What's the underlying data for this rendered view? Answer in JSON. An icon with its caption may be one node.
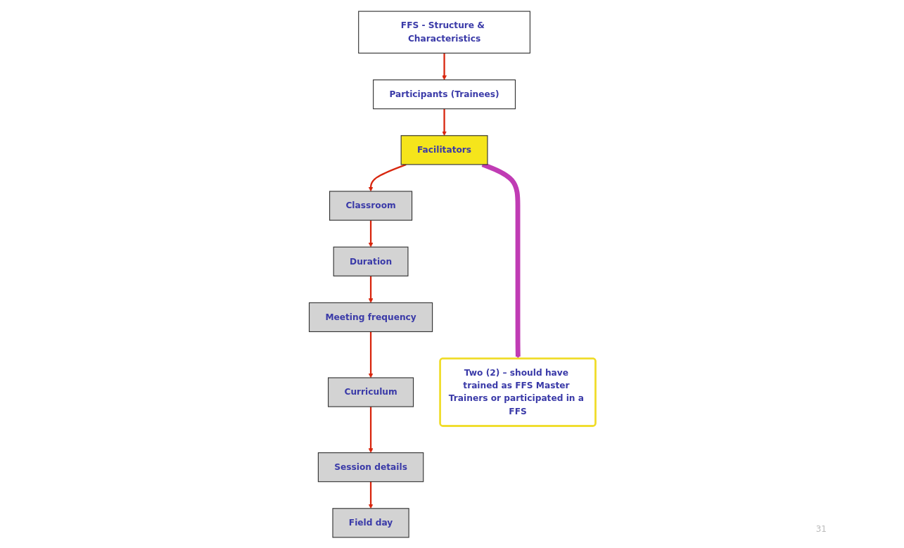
{
  "diagram": {
    "nodes": [
      {
        "text": [
          "FFS - Structure & Characteristics"
        ]
      },
      {
        "text": [
          "Participants (Trainees)"
        ]
      },
      {
        "text": [
          "Facilitators"
        ]
      },
      {
        "text": [
          "Classroom"
        ]
      },
      {
        "text": [
          "Duration"
        ]
      },
      {
        "text": [
          "Meeting frequency"
        ]
      },
      {
        "text": [
          "Curriculum"
        ]
      },
      {
        "text": [
          "Session details"
        ]
      },
      {
        "text": [
          "Field day"
        ]
      },
      {
        "text": [
          "Two (2) – should have trained as FFS Master Trainers or participated in a FFS"
        ]
      }
    ],
    "edges": [
      {
        "from": 0,
        "to": 1,
        "arrow": "to"
      },
      {
        "from": 1,
        "to": 2,
        "arrow": "to"
      },
      {
        "from": 2,
        "to": 3,
        "arrow": "to"
      },
      {
        "from": 3,
        "to": 4,
        "arrow": "to"
      },
      {
        "from": 4,
        "to": 5,
        "arrow": "to"
      },
      {
        "from": 5,
        "to": 6,
        "arrow": "to"
      },
      {
        "from": 6,
        "to": 7,
        "arrow": "to"
      },
      {
        "from": 7,
        "to": 8,
        "arrow": "to"
      },
      {
        "from": 2,
        "to": 9,
        "arrow": "to",
        "style": "thick",
        "color": "#c03cb4"
      }
    ],
    "labels": [
      "31"
    ]
  }
}
